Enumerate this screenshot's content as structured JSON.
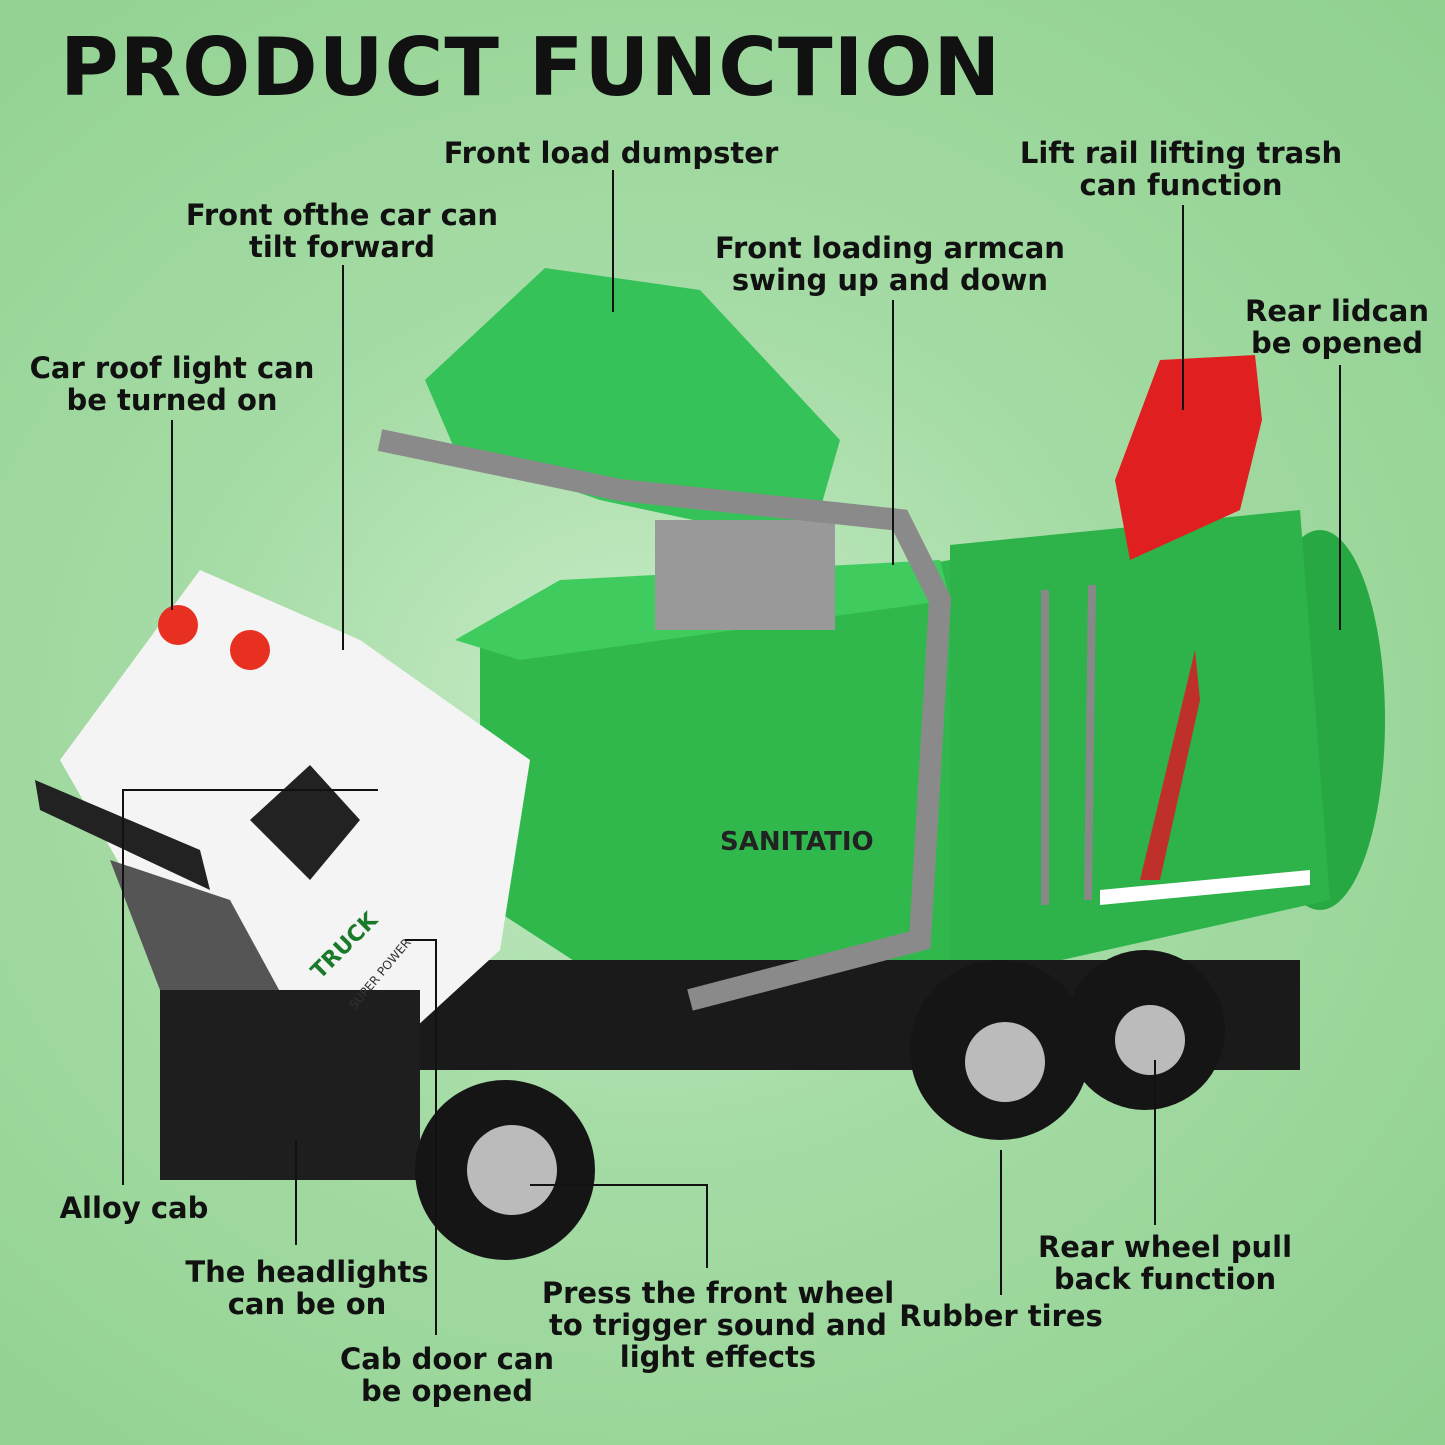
{
  "title": "PRODUCT FUNCTION",
  "truck_text": {
    "side": "SANITATIO",
    "cab": "TRUCK",
    "cab_sub": "SUPER POWER"
  },
  "colors": {
    "body_green": "#2db34a",
    "cab_white": "#f4f4f4",
    "lid_red": "#e02020",
    "arm_gray": "#8a8a8a"
  },
  "labels": {
    "front_load_dumpster": [
      "Front load dumpster"
    ],
    "front_tilt": [
      "Front ofthe car can",
      "tilt forward"
    ],
    "roof_light": [
      "Car roof light can",
      "be turned on"
    ],
    "lift_rail": [
      "Lift rail lifting trash",
      "can function"
    ],
    "loading_arm": [
      "Front loading armcan",
      "swing up and down"
    ],
    "rear_lid": [
      "Rear lidcan",
      "be opened"
    ],
    "alloy_cab": [
      "Alloy cab"
    ],
    "headlights": [
      "The headlights",
      "can be on"
    ],
    "cab_door": [
      "Cab door can",
      "be opened"
    ],
    "front_wheel": [
      "Press the front wheel",
      "to trigger sound and",
      "light effects"
    ],
    "rubber_tires": [
      "Rubber tires"
    ],
    "rear_wheel": [
      "Rear wheel pull",
      "back function"
    ]
  }
}
